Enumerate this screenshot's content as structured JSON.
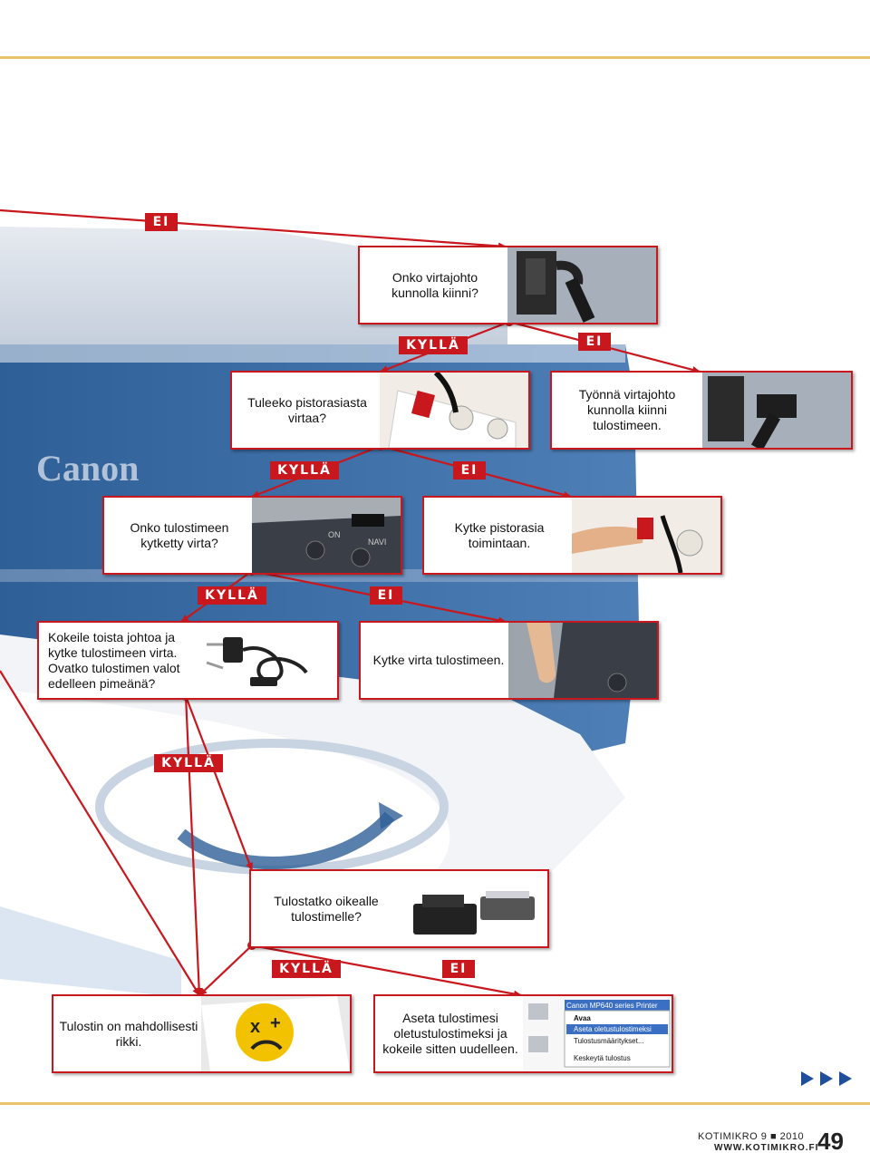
{
  "labels": {
    "yes": "KYLLÄ",
    "no": "EI"
  },
  "boxes": {
    "b1": "Onko virtajohto kunnolla kiinni?",
    "b2": "Tuleeko pistorasiasta virtaa?",
    "b3": "Työnnä virtajohto kunnolla kiinni tulostimeen.",
    "b4": "Onko tulostimeen kytketty virta?",
    "b5": "Kytke pistorasia toimintaan.",
    "b6": "Kokeile toista johtoa ja kytke tulostimeen virta. Ovatko tulostimen valot edelleen pimeänä?",
    "b7": "Kytke virta tulostimeen.",
    "b8": "Tulostatko oikealle tulostimelle?",
    "b9": "Tulostin on mahdollisesti rikki.",
    "b10": "Aseta tulostimesi oletustulostimeksi ja kokeile sitten uudelleen."
  },
  "menu": {
    "title": "Canon MP640 series Printer",
    "items": [
      "Avaa",
      "Aseta oletustulostimeksi",
      "Tulostusmääritykset...",
      "Keskeytä tulostus"
    ]
  },
  "logo": "Canon",
  "printer_panel": {
    "on": "ON",
    "navi": "NAVI"
  },
  "footer": {
    "magazine": "KOTIMIKRO 9 ■ 2010",
    "web": "WWW.KOTIMIKRO.FI",
    "page": "49"
  },
  "colors": {
    "accent": "#c8171d",
    "rule": "#e8c36a"
  }
}
